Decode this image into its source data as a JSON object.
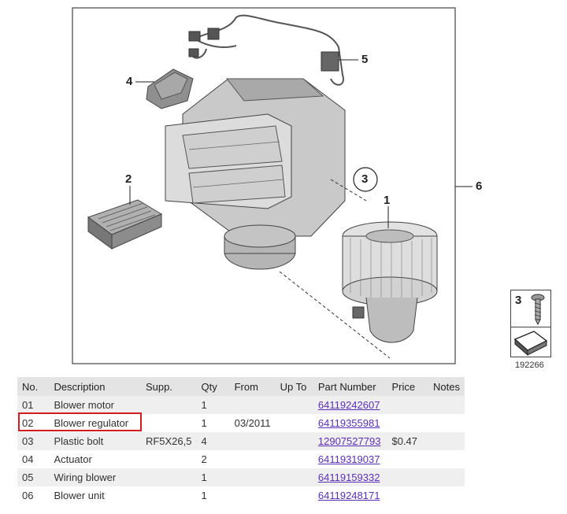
{
  "diagram": {
    "callouts": [
      "1",
      "2",
      "3",
      "4",
      "5",
      "6"
    ],
    "symbol_box": {
      "item": "3"
    },
    "image_id": "192266"
  },
  "table": {
    "headers": [
      "No.",
      "Description",
      "Supp.",
      "Qty",
      "From",
      "Up To",
      "Part Number",
      "Price",
      "Notes"
    ],
    "rows": [
      {
        "no": "01",
        "description": "Blower motor",
        "supp": "",
        "qty": "1",
        "from": "",
        "upto": "",
        "part": "64119242607",
        "price": "",
        "notes": ""
      },
      {
        "no": "02",
        "description": "Blower regulator",
        "supp": "",
        "qty": "1",
        "from": "03/2011",
        "upto": "",
        "part": "64119355981",
        "price": "",
        "notes": ""
      },
      {
        "no": "03",
        "description": "Plastic bolt",
        "supp": "RF5X26,5",
        "qty": "4",
        "from": "",
        "upto": "",
        "part": "12907527793",
        "price": "$0.47",
        "notes": ""
      },
      {
        "no": "04",
        "description": "Actuator",
        "supp": "",
        "qty": "2",
        "from": "",
        "upto": "",
        "part": "64119319037",
        "price": "",
        "notes": ""
      },
      {
        "no": "05",
        "description": "Wiring blower",
        "supp": "",
        "qty": "1",
        "from": "",
        "upto": "",
        "part": "64119159332",
        "price": "",
        "notes": ""
      },
      {
        "no": "06",
        "description": "Blower unit",
        "supp": "",
        "qty": "1",
        "from": "",
        "upto": "",
        "part": "64119248171",
        "price": "",
        "notes": ""
      }
    ]
  },
  "colors": {
    "link": "#5b2fb8",
    "highlight": "#d11c24",
    "header_bg": "#e4e4e4",
    "row_alt": "#efefef"
  }
}
